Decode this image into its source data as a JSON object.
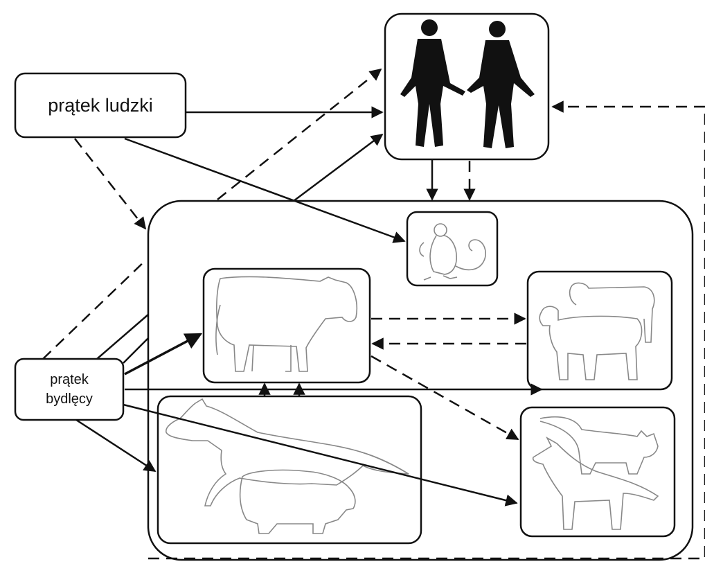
{
  "labels": {
    "human_bacillus": "prątek ludzki",
    "bovine_bacillus_line1": "prątek",
    "bovine_bacillus_line2": "bydlęcy"
  },
  "hosts": [
    {
      "id": "humans",
      "icon": "two-humans-silhouette-icon"
    },
    {
      "id": "monkey",
      "icon": "monkey-icon"
    },
    {
      "id": "cow",
      "icon": "cow-icon"
    },
    {
      "id": "sheep-goat",
      "icon": "sheep-icon"
    },
    {
      "id": "horse-pig",
      "icon": "horse-pig-icon"
    },
    {
      "id": "cat-dog",
      "icon": "cat-dog-icon"
    }
  ],
  "legend_style": {
    "solid": "solid arrow",
    "dashed": "dashed arrow"
  },
  "colors": {
    "line": "#111111",
    "animal_outline": "#888888",
    "background": "#ffffff"
  }
}
